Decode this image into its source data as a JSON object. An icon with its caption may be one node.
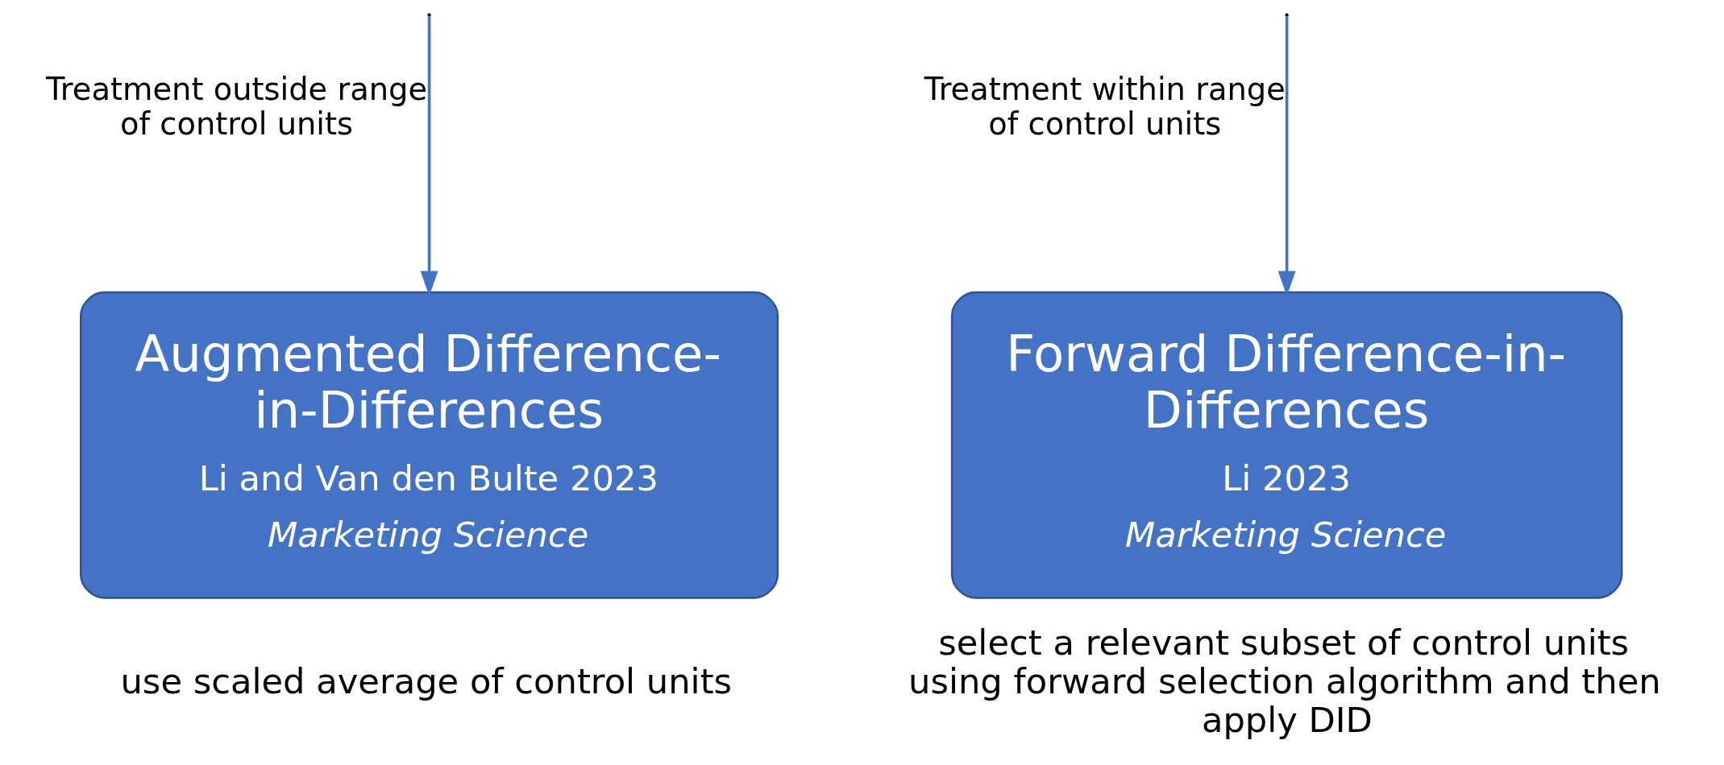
{
  "diagram": {
    "nodes": [
      {
        "text": [
          "Augmented Difference-in-Differences",
          "Li and Van den Bulte 2023",
          "Marketing Science"
        ],
        "beside": [
          "use scaled average of control units"
        ]
      },
      {
        "text": [
          "Forward Difference-in-Differences",
          "Li 2023",
          "Marketing Science"
        ],
        "beside": [
          "select a relevant subset of control units using forward selection algorithm and then apply DID"
        ]
      }
    ],
    "edges": [
      {
        "from": null,
        "to": 0,
        "arrow": "to",
        "label": "Treatment outside range of control units"
      },
      {
        "from": null,
        "to": 1,
        "arrow": "to",
        "label": "Treatment within range of control units"
      }
    ]
  }
}
